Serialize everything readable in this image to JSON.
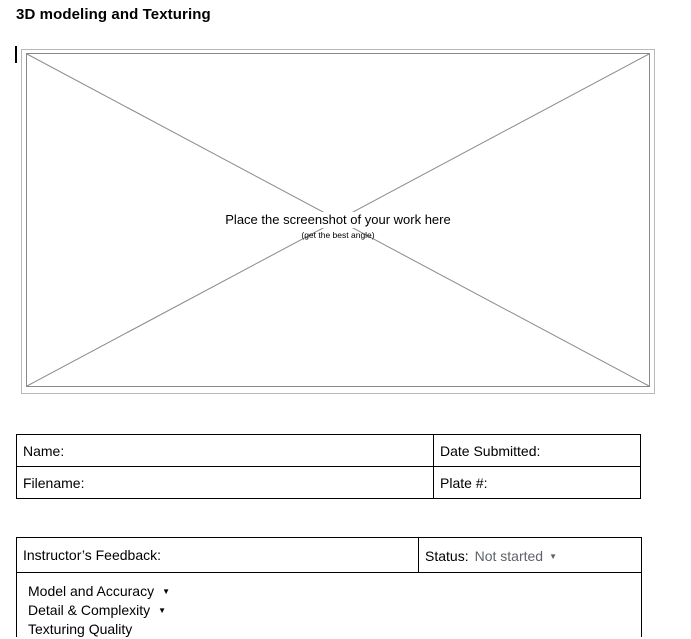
{
  "document": {
    "title": "3D modeling and Texturing"
  },
  "image_placeholder": {
    "main_text": "Place the screenshot of your work here",
    "sub_text": "(get the best angle)"
  },
  "info_table": {
    "name_label": "Name:",
    "date_label": "Date Submitted:",
    "filename_label": "Filename:",
    "plate_label": "Plate #:"
  },
  "feedback": {
    "title": "Instructor’s Feedback:",
    "status_label": "Status:",
    "status_value": "Not started",
    "criteria": [
      {
        "label": "Model and Accuracy"
      },
      {
        "label": "Detail & Complexity"
      },
      {
        "label": "Texturing Quality"
      }
    ]
  }
}
